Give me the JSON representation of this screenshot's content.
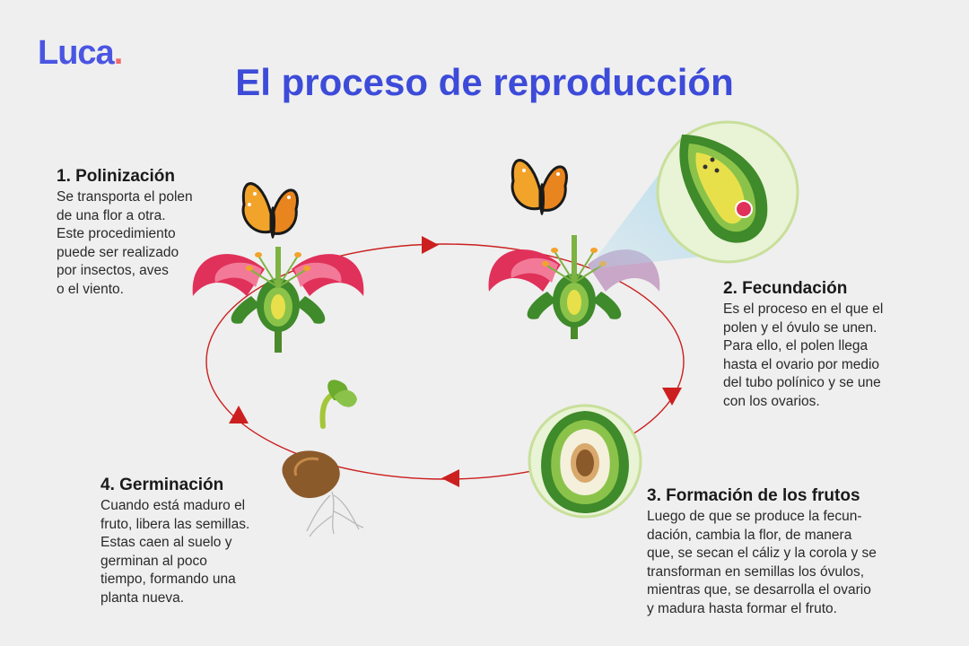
{
  "logo": {
    "text": "Luca",
    "dot": "."
  },
  "title": "El proceso de reproducción",
  "colors": {
    "title": "#3d4bd9",
    "logo": "#4a56e2",
    "logo_dot": "#f26a6a",
    "cycle": "#cc1f1f",
    "petal": "#e0315a",
    "leaf": "#3f8a2a",
    "ovule": "#e8e04a"
  },
  "steps": [
    {
      "title": "1. Polinización",
      "lines": [
        "Se transporta el polen",
        "de una flor a otra.",
        "Este procedimiento",
        "puede ser realizado",
        "por insectos, aves",
        "o el viento."
      ]
    },
    {
      "title": "2. Fecundación",
      "lines": [
        "Es el proceso en el que el",
        "polen y el óvulo se unen.",
        "Para ello, el polen llega",
        "hasta el ovario por medio",
        "del tubo polínico y se une",
        "con los ovarios."
      ]
    },
    {
      "title": "3. Formación de los frutos",
      "lines": [
        "Luego de que se produce la fecun-",
        "dación, cambia la flor, de manera",
        "que, se secan el cáliz y la corola y se",
        "transforman en semillas los óvulos,",
        "mientras que, se desarrolla el ovario",
        "y madura hasta formar el fruto."
      ]
    },
    {
      "title": "4. Germinación",
      "lines": [
        "Cuando está maduro el",
        "fruto, libera las semillas.",
        "Estas caen al suelo y",
        "germinan al poco",
        "tiempo, formando una",
        "planta nueva."
      ]
    }
  ]
}
